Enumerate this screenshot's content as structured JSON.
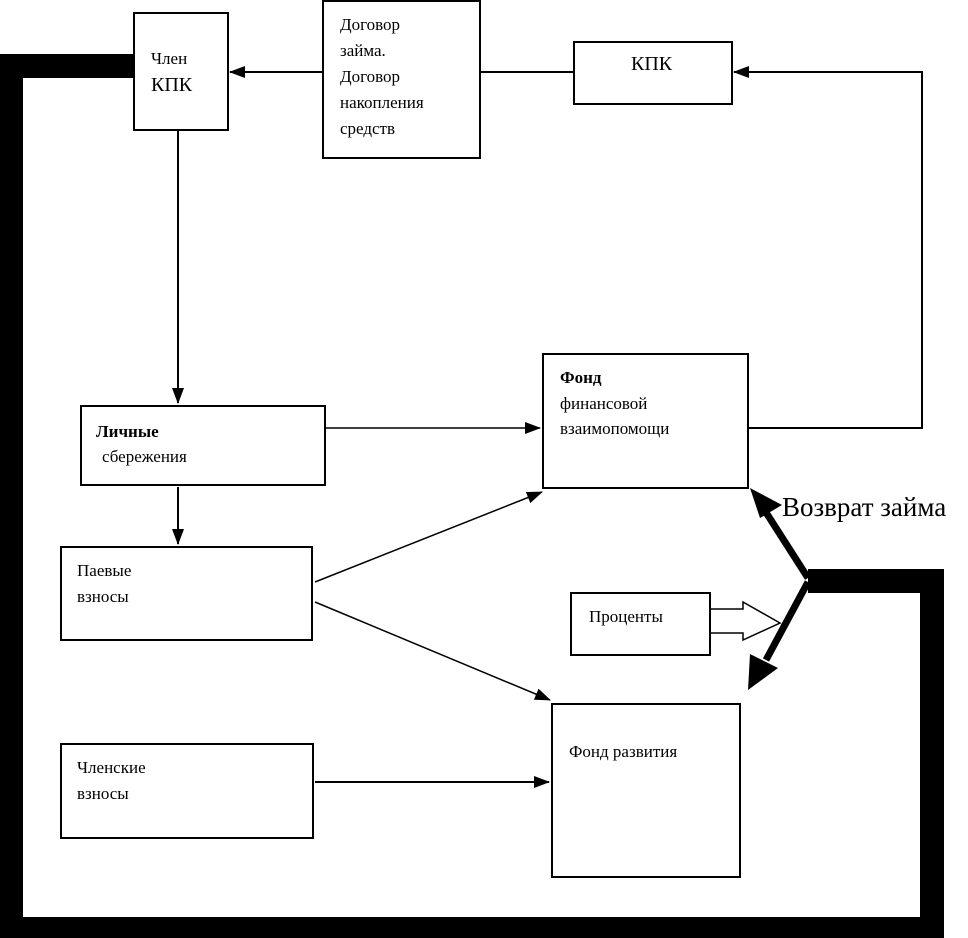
{
  "diagram": {
    "nodes": {
      "member": {
        "lines": [
          "Член",
          "КПК"
        ]
      },
      "contract": {
        "lines": [
          "Договор",
          "займа.",
          "Договор",
          "накопления",
          "средств"
        ]
      },
      "kpk": {
        "label": "КПК"
      },
      "savings": {
        "title": "Личные",
        "subtitle": "сбережения"
      },
      "mutual_fund": {
        "title": "Фонд",
        "lines": [
          "финансовой",
          "взаимопомощи"
        ]
      },
      "share_fees": {
        "lines": [
          "Паевые",
          "взносы"
        ]
      },
      "interest": {
        "label": "Проценты"
      },
      "membership_fees": {
        "lines": [
          "Членские",
          "взносы"
        ]
      },
      "dev_fund": {
        "label": "Фонд развития"
      }
    },
    "labels": {
      "loan_return": "Возврат займа"
    },
    "edges": [
      {
        "from": "contract",
        "to": "member"
      },
      {
        "from": "kpk",
        "to": "contract"
      },
      {
        "from": "mutual_fund",
        "to": "kpk"
      },
      {
        "from": "member",
        "to": "savings"
      },
      {
        "from": "savings",
        "to": "mutual_fund"
      },
      {
        "from": "savings",
        "to": "share_fees"
      },
      {
        "from": "share_fees",
        "to": "mutual_fund"
      },
      {
        "from": "share_fees",
        "to": "dev_fund"
      },
      {
        "from": "membership_fees",
        "to": "dev_fund"
      },
      {
        "from": "member",
        "to": "mutual_fund",
        "label": "Возврат займа",
        "style": "thick"
      },
      {
        "from": "member",
        "to": "dev_fund",
        "style": "thick"
      },
      {
        "from": "interest",
        "to": "loan_return_junction",
        "style": "hollow-block"
      }
    ]
  }
}
